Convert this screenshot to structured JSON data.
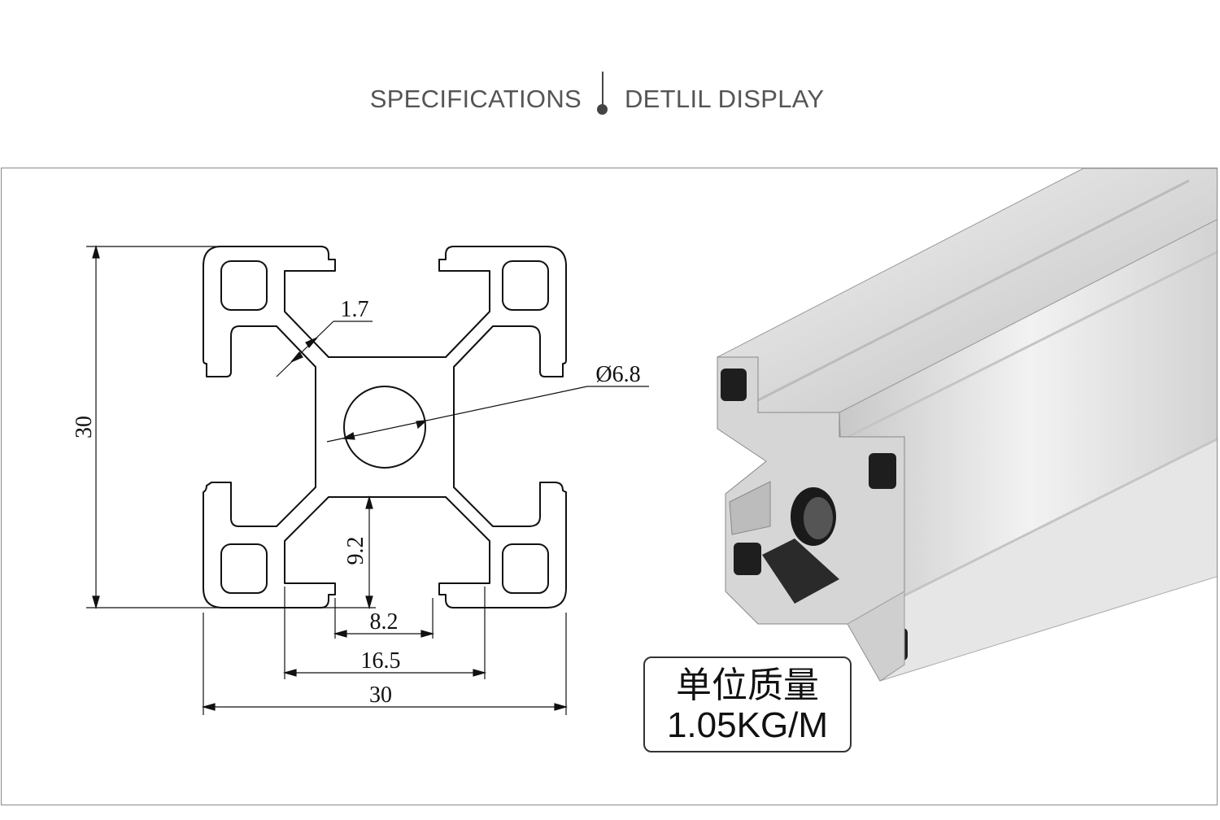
{
  "header": {
    "left_title": "SPECIFICATIONS",
    "right_title": "DETLIL DISPLAY"
  },
  "drawing": {
    "dim_height": "30",
    "dim_width": "30",
    "dim_wall": "1.7",
    "dim_bore": "Ø6.8",
    "dim_depth": "9.2",
    "dim_slot": "8.2",
    "dim_inner": "16.5"
  },
  "weight": {
    "label": "单位质量",
    "value": "1.05KG/M"
  },
  "colors": {
    "text": "#555555",
    "line": "#111111",
    "metal_light": "#eeeeee",
    "metal_dark": "#1e1e1e"
  }
}
